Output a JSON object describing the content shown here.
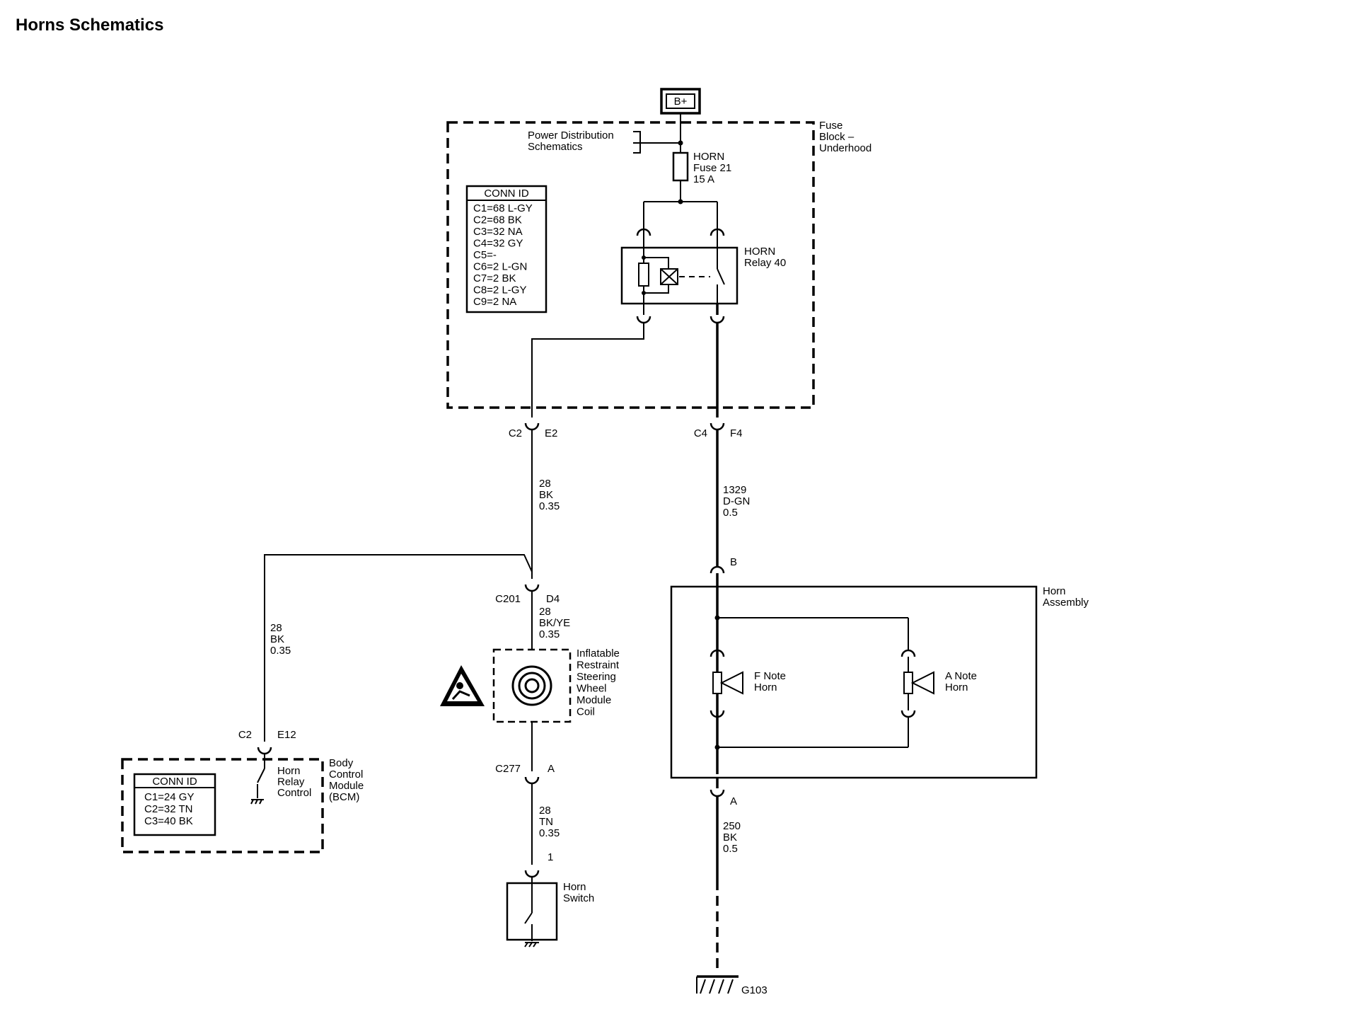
{
  "title": "Horns Schematics",
  "power": {
    "source": "B+",
    "ref": "Power Distribution\nSchematics"
  },
  "fuse_block": {
    "name": "Fuse\nBlock –\nUnderhood",
    "fuse": "HORN\nFuse 21\n15 A",
    "relay": "HORN\nRelay 40",
    "conn_id_header": "CONN ID",
    "conn_ids": [
      "C1=68 L-GY",
      "C2=68 BK",
      "C3=32 NA",
      "C4=32 GY",
      "C5=-",
      "C6=2 L-GN",
      "C7=2 BK",
      "C8=2 L-GY",
      "C9=2 NA"
    ]
  },
  "connectors": {
    "c2_e2": {
      "left": "C2",
      "right": "E2"
    },
    "c4_f4": {
      "left": "C4",
      "right": "F4"
    },
    "c201_d4": {
      "left": "C201",
      "right": "D4"
    },
    "c277_a": {
      "left": "C277",
      "right": "A"
    },
    "switch_pin": "1",
    "horn_b": "B",
    "horn_a": "A",
    "bcm_c2_e12": {
      "left": "C2",
      "right": "E12"
    }
  },
  "wires": {
    "w28_bk_top": "28\nBK\n0.35",
    "w1329": "1329\nD-GN\n0.5",
    "w28_bkye": "28\nBK/YE\n0.35",
    "w28_bk_bcm": "28\nBK\n0.35",
    "w28_tn": "28\nTN\n0.35",
    "w250": "250\nBK\n0.5"
  },
  "steering_coil": "Inflatable\nRestraint\nSteering\nWheel\nModule\nCoil",
  "bcm": {
    "name": "Body\nControl\nModule\n(BCM)",
    "control": "Horn\nRelay\nControl",
    "conn_id_header": "CONN ID",
    "conn_ids": [
      "C1=24 GY",
      "C2=32 TN",
      "C3=40 BK"
    ]
  },
  "horn_switch": "Horn\nSwitch",
  "horn_assembly": {
    "name": "Horn\nAssembly",
    "f_note": "F Note\nHorn",
    "a_note": "A Note\nHorn"
  },
  "ground": "G103"
}
